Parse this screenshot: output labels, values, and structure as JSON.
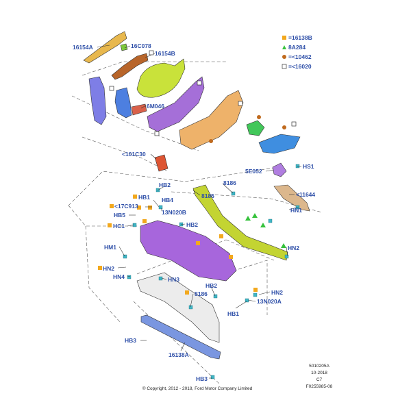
{
  "colors": {
    "label": "#2e4fa8",
    "orange_marker": "#f2a81d",
    "green_marker": "#36c23c",
    "brown_marker": "#c06a1e",
    "purple_part": "#9b5fd0",
    "yellow_green_part": "#c7d92a",
    "orange_part": "#e8a95c",
    "blue_part": "#4a86d8",
    "gray_part": "#e6e6e6"
  },
  "legend": [
    {
      "symbol": "orange-square",
      "text": "=16138B"
    },
    {
      "symbol": "green-triangle",
      "text": "8A284"
    },
    {
      "symbol": "brown-circle",
      "text": "=<10462"
    },
    {
      "symbol": "open-square",
      "text": "=<16020"
    }
  ],
  "labels": {
    "l16154A_top": "16154A",
    "l16C078": "16C078",
    "l16154B": "16154B",
    "l6M046": "6M046",
    "l101C30": "<101C30",
    "l5E052": "5E052",
    "lHS1": "HS1",
    "l11644": "<11644",
    "lHN1": "HN1",
    "lHB2_a": "HB2",
    "l8186_a": "8186",
    "l8186_b": "8186",
    "lHB1_a": "HB1",
    "lHB4": "HB4",
    "l17C913": "<17C913",
    "lHB5": "HB5",
    "l13N020B": "13N020B",
    "lHC1": "HC1",
    "lHB2_b": "HB2",
    "lHN2_right": "HN2",
    "lHM1": "HM1",
    "lHN2_left": "HN2",
    "lHN4": "HN4",
    "lHN3": "HN3",
    "lHB2_c": "HB2",
    "l8186_c": "8186",
    "lHN2_lower": "HN2",
    "l13N020A": "13N020A",
    "lHB1_b": "HB1",
    "lHB3_a": "HB3",
    "l16138A": "16138A",
    "lHB3_b": "HB3"
  },
  "meta": {
    "code": "5010205A",
    "date": "10-2018",
    "rev": "C7",
    "ref": "F0255985-08"
  },
  "copyright": "© Copyright, 2012 - 2018, Ford Motor Company Limited"
}
